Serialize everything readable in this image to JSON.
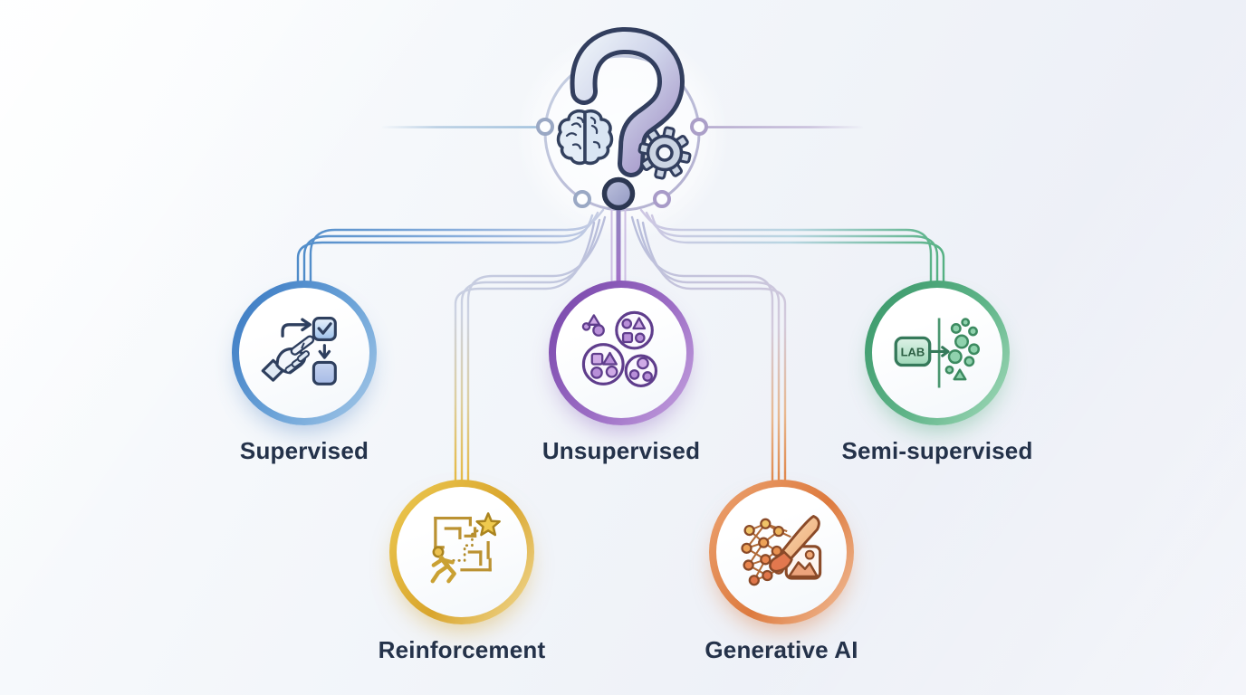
{
  "diagram": {
    "kind": "machine-learning-types-map",
    "center": {
      "icons": [
        "question-mark-icon",
        "brain-icon",
        "gear-icon"
      ],
      "question_mark_colors": [
        "#e8eef7",
        "#a89bcb"
      ],
      "dot_color": "#a9aecf"
    },
    "nodes": [
      {
        "id": "supervised",
        "label": "Supervised",
        "accent": "#4a86c8",
        "icon": "robot-hand-checklist-icon"
      },
      {
        "id": "unsupervised",
        "label": "Unsupervised",
        "accent": "#8a5cb8",
        "icon": "shape-clusters-icon"
      },
      {
        "id": "semi-supervised",
        "label": "Semi-supervised",
        "accent": "#46a878",
        "icon": "label-propagation-icon",
        "icon_text": "LAB"
      },
      {
        "id": "reinforcement",
        "label": "Reinforcement",
        "accent": "#e0b23c",
        "icon": "maze-runner-star-icon"
      },
      {
        "id": "generative",
        "label": "Generative AI",
        "accent": "#e0874f",
        "icon": "neural-net-paintbrush-icon"
      }
    ],
    "colors": {
      "background": "#f1f4fa",
      "label_text": "#24324a",
      "connector_blue": "#4f8cc9",
      "connector_purple": "#9a6cc4",
      "connector_green": "#55b183",
      "connector_gold": "#e5bb4a",
      "connector_orange": "#e08b51"
    }
  }
}
